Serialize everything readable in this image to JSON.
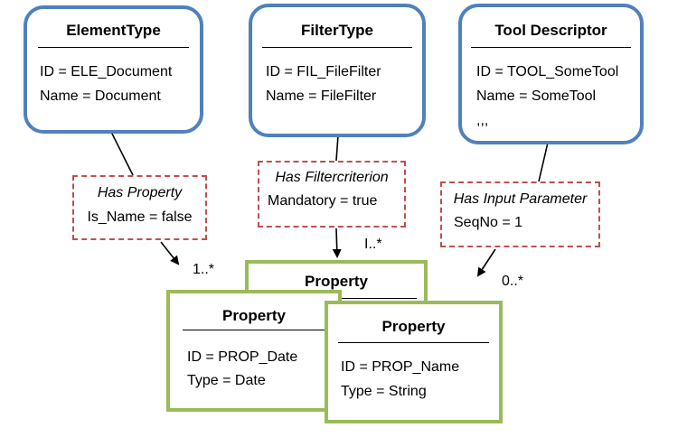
{
  "element_type": {
    "title": "ElementType",
    "lines": [
      "ID = ELE_Document",
      "Name = Document"
    ]
  },
  "filter_type": {
    "title": "FilterType",
    "lines": [
      "ID = FIL_FileFilter",
      "Name = FileFilter"
    ]
  },
  "tool_descriptor": {
    "title": "Tool Descriptor",
    "lines": [
      "ID = TOOL_SomeTool",
      "Name = SomeTool",
      ",,,"
    ]
  },
  "has_property": {
    "title": "Has Property",
    "lines": [
      "Is_Name = false"
    ]
  },
  "has_filtercriterion": {
    "title": "Has Filtercriterion",
    "lines": [
      "Mandatory = true"
    ]
  },
  "has_input_parameter": {
    "title": "Has Input Parameter",
    "lines": [
      "SeqNo = 1"
    ]
  },
  "multiplicity": {
    "left": "1..*",
    "center": "I..*",
    "right": "0..*"
  },
  "property_back": {
    "title": "Property"
  },
  "property_date": {
    "title": "Property",
    "lines": [
      "ID = PROP_Date",
      "Type = Date"
    ]
  },
  "property_name": {
    "title": "Property",
    "lines": [
      "ID = PROP_Name",
      "Type = String"
    ]
  },
  "colors": {
    "entity_border": "#4f81bd",
    "property_border": "#9bbb59",
    "relation_border": "#c0504d"
  }
}
